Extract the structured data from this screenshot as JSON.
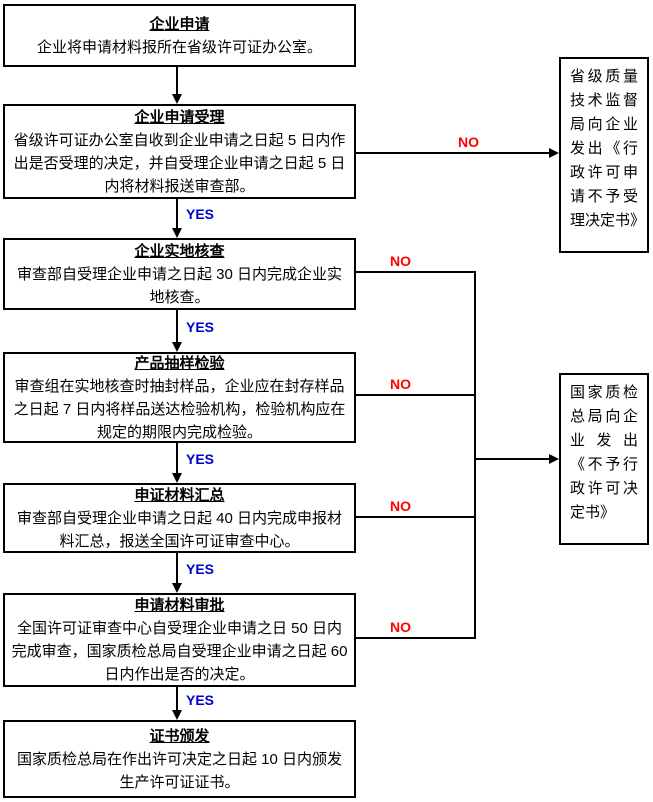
{
  "flow": {
    "steps": [
      {
        "title": "企业申请",
        "body": "企业将申请材料报所在省级许可证办公室。"
      },
      {
        "title": "企业申请受理",
        "body": "省级许可证办公室自收到企业申请之日起 5 日内作出是否受理的决定，并自受理企业申请之日起 5 日内将材料报送审查部。"
      },
      {
        "title": "企业实地核查",
        "body": "审查部自受理企业申请之日起 30 日内完成企业实地核查。"
      },
      {
        "title": "产品抽样检验",
        "body": "审查组在实地核查时抽封样品，企业应在封存样品之日起 7 日内将样品送达检验机构，检验机构应在规定的期限内完成检验。"
      },
      {
        "title": "申证材料汇总",
        "body": "审查部自受理企业申请之日起 40 日内完成申报材料汇总，报送全国许可证审查中心。"
      },
      {
        "title": "申请材料审批",
        "body": "全国许可证审查中心自受理企业申请之日 50 日内完成审查，国家质检总局自受理企业申请之日起 60 日内作出是否的决定。"
      },
      {
        "title": "证书颁发",
        "body": "国家质检总局在作出许可决定之日起 10 日内颁发生产许可证证书。"
      }
    ],
    "outcomes": [
      {
        "text": "省级质量技术监督局向企业发出《行政许可申请不予受理决定书》"
      },
      {
        "text": "国家质检总局向企业发出《不予行政许可决定书》"
      }
    ],
    "labels": {
      "yes": "YES",
      "no": "NO"
    },
    "colors": {
      "yes_label": "#0000CC",
      "no_label": "#FF0000",
      "line": "#000000",
      "background": "#FFFFFF"
    }
  }
}
